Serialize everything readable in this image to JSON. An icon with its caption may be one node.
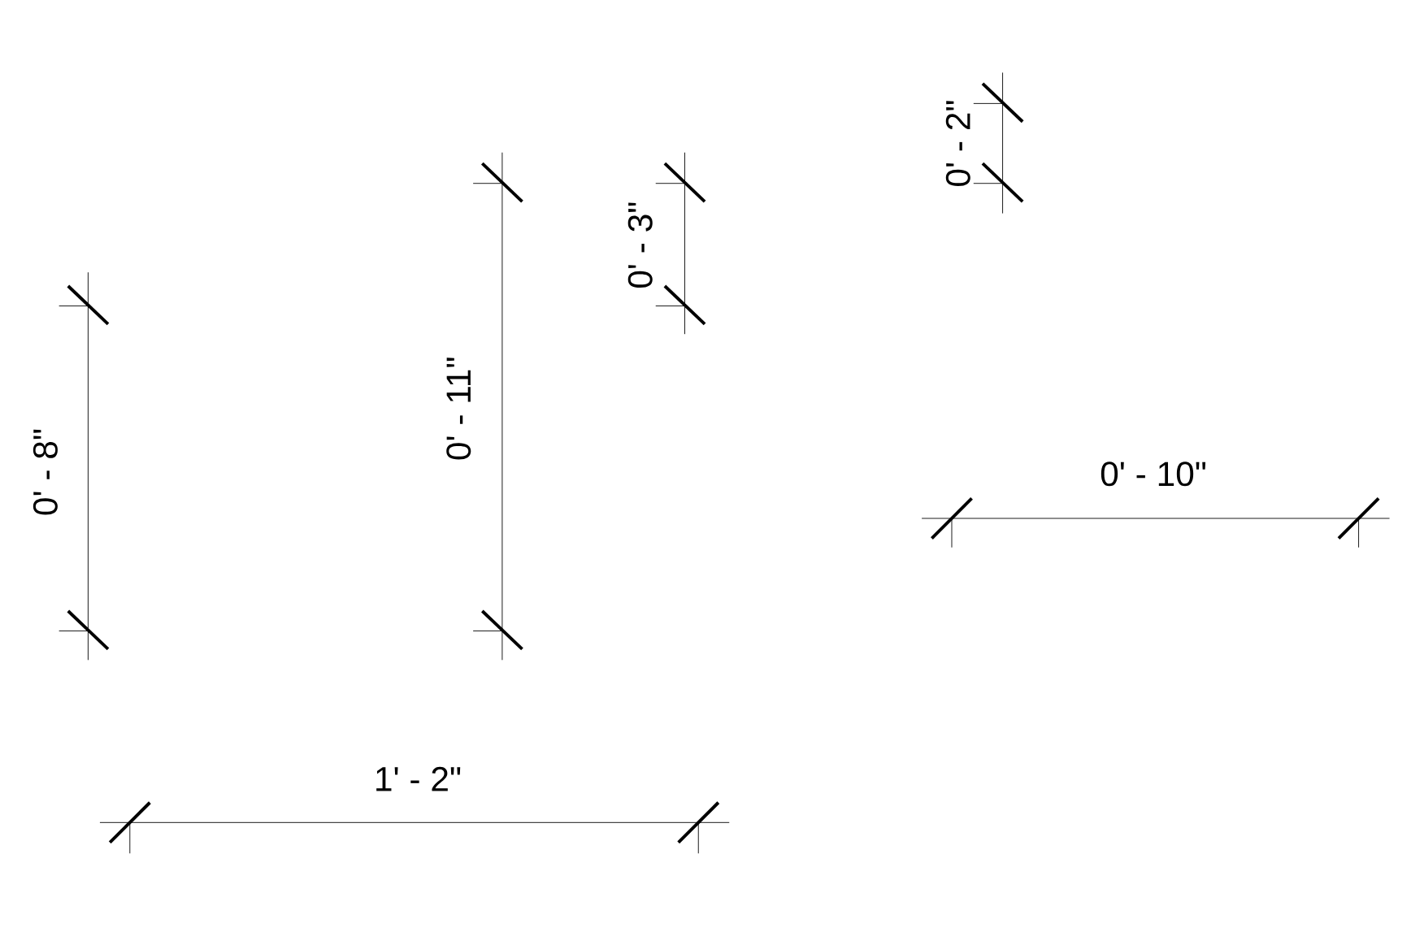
{
  "diagram": {
    "labels": [
      "0' - 2\"",
      "0' - 3\"",
      "0' - 11\"",
      "0' - 8\"",
      "0' - 10\"",
      "1' - 2\""
    ]
  }
}
